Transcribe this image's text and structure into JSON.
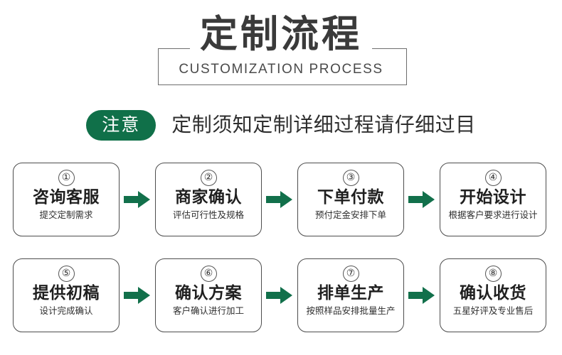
{
  "header": {
    "title_cn": "定制流程",
    "title_en": "CUSTOMIZATION PROCESS"
  },
  "notice": {
    "badge_label": "注意",
    "text": "定制须知定制详细过程请仔细过目",
    "badge_color": "#107049"
  },
  "theme": {
    "arrow_color": "#12704b",
    "box_border": "#4d4d4d",
    "text_color": "#1f1f1f",
    "frame_border": "#6d6d6d"
  },
  "flow": {
    "arrow_icon": "arrow-right-icon",
    "rows": [
      {
        "steps": [
          {
            "num": "①",
            "title": "咨询客服",
            "sub": "提交定制需求"
          },
          {
            "num": "②",
            "title": "商家确认",
            "sub": "评估可行性及规格"
          },
          {
            "num": "③",
            "title": "下单付款",
            "sub": "预付定金安排下单"
          },
          {
            "num": "④",
            "title": "开始设计",
            "sub": "根据客户要求进行设计"
          }
        ]
      },
      {
        "steps": [
          {
            "num": "⑤",
            "title": "提供初稿",
            "sub": "设计完成确认"
          },
          {
            "num": "⑥",
            "title": "确认方案",
            "sub": "客户确认进行加工"
          },
          {
            "num": "⑦",
            "title": "排单生产",
            "sub": "按照样品安排批量生产"
          },
          {
            "num": "⑧",
            "title": "确认收货",
            "sub": "五星好评及专业售后"
          }
        ]
      }
    ]
  }
}
